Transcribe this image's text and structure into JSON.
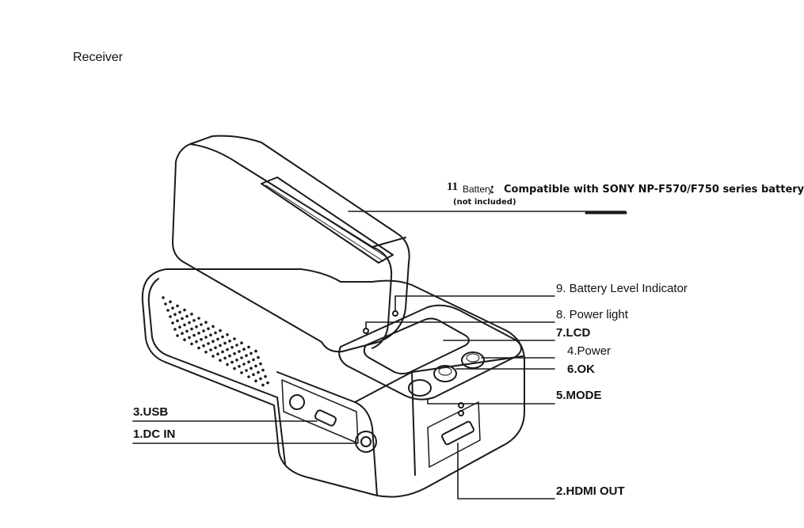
{
  "title": "Receiver",
  "callouts": {
    "battery_number": "11",
    "battery_word": "Battery",
    "battery_colon": "：",
    "battery_desc": "Compatible with SONY NP-F570/F750 series battery",
    "battery_note": "(not included)",
    "battery_level": "9. Battery Level Indicator",
    "power_light": "8. Power light",
    "lcd": "7.LCD",
    "power": "4.Power",
    "ok": "6.OK",
    "mode": "5.MODE",
    "usb": "3.USB",
    "dc_in": "1.DC IN",
    "hdmi_out": "2.HDMI OUT"
  }
}
